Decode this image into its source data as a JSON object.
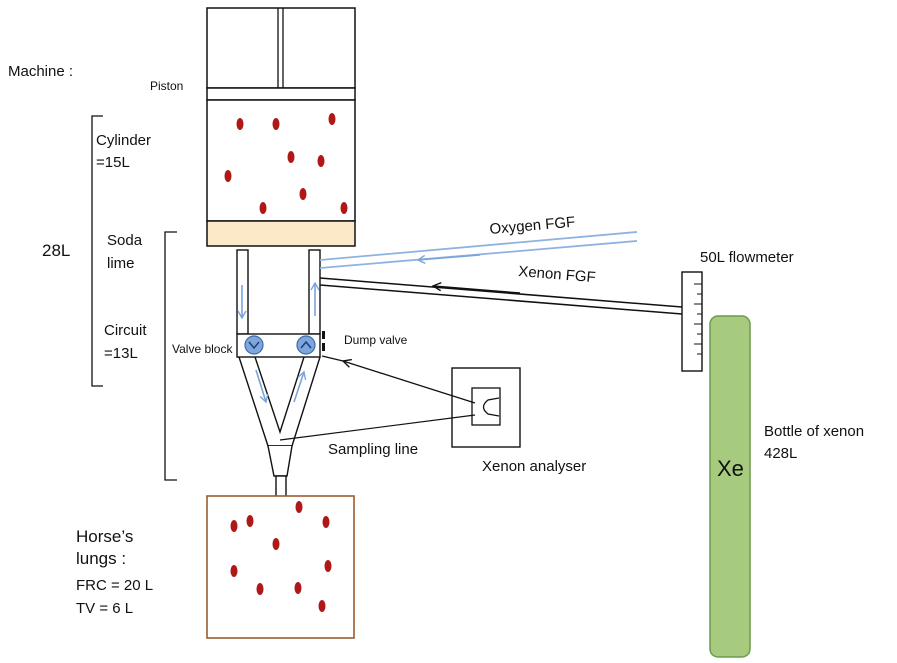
{
  "labels": {
    "machine": "Machine :",
    "piston": "Piston",
    "cylinder_line1": "Cylinder",
    "cylinder_line2": "=15L",
    "soda_line1": "Soda",
    "soda_line2": "lime",
    "total_volume": "28L",
    "circuit_line1": "Circuit",
    "circuit_line2": "=13L",
    "valve_block": "Valve block",
    "dump_valve": "Dump valve",
    "oxygen_fgf": "Oxygen FGF",
    "xenon_fgf": "Xenon FGF",
    "flowmeter": "50L flowmeter",
    "sampling_line": "Sampling line",
    "xenon_analyser": "Xenon analyser",
    "bottle_line1": "Bottle of xenon",
    "bottle_line2": "428L",
    "bottle_symbol": "Xe",
    "lungs_line1": "Horse’s",
    "lungs_line2": "lungs :",
    "lungs_frc": "FRC = 20 L",
    "lungs_tv": "TV = 6 L"
  },
  "colors": {
    "outline": "#111111",
    "gas_dot": "#b01818",
    "soda_lime": "#fbe9c8",
    "flow_arrow": "#7aa4d8",
    "oxygen_line": "#8fb3e0",
    "valve": "#7ea6dc",
    "bottle": "#a6ca7e",
    "bottle_edge": "#6f9a4a",
    "lungs_box": "#9a5c30"
  }
}
